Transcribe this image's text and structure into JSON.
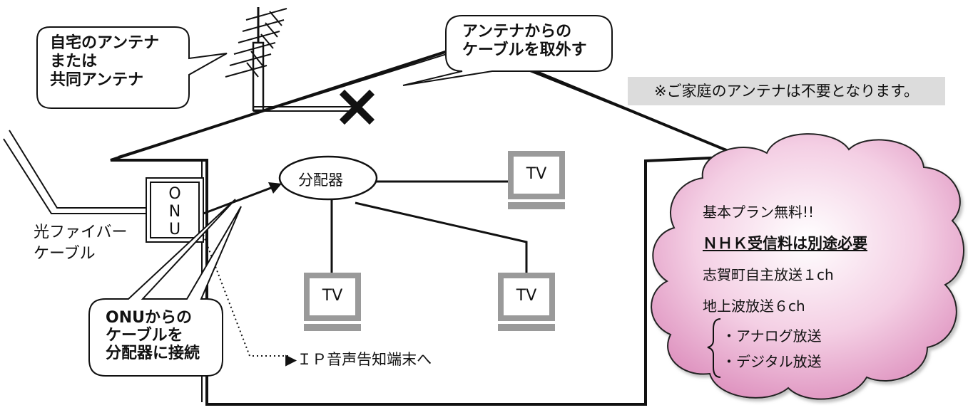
{
  "antenna_callout": {
    "lines": [
      "自宅のアンテナ",
      "または",
      "共同アンテナ"
    ]
  },
  "remove_callout": {
    "lines": [
      "アンテナからの",
      "ケーブルを取外す"
    ]
  },
  "note": "※ご家庭のアンテナは不要となります。",
  "splitter_label": "分配器",
  "tv_label": "TV",
  "onu_letters": [
    "O",
    "N",
    "U"
  ],
  "fiber_label": {
    "lines": [
      "光ファイバー",
      "ケーブル"
    ]
  },
  "connect_callout": {
    "lines": [
      "ONUからの",
      "ケーブルを",
      "分配器に接続"
    ]
  },
  "ip_label": "▶ＩＰ音声告知端末へ",
  "cloud": {
    "line1": "基本プラン無料!!",
    "line2": "ＮＨＫ受信料は別途必要",
    "line3": "志賀町自主放送１ch",
    "line4": "地上波放送６ch",
    "bullets": [
      "・アナログ放送",
      "・デジタル放送"
    ]
  },
  "colors": {
    "cloud_pink": "#e9a3c9",
    "tv_gray": "#999999",
    "line": "#111111"
  }
}
